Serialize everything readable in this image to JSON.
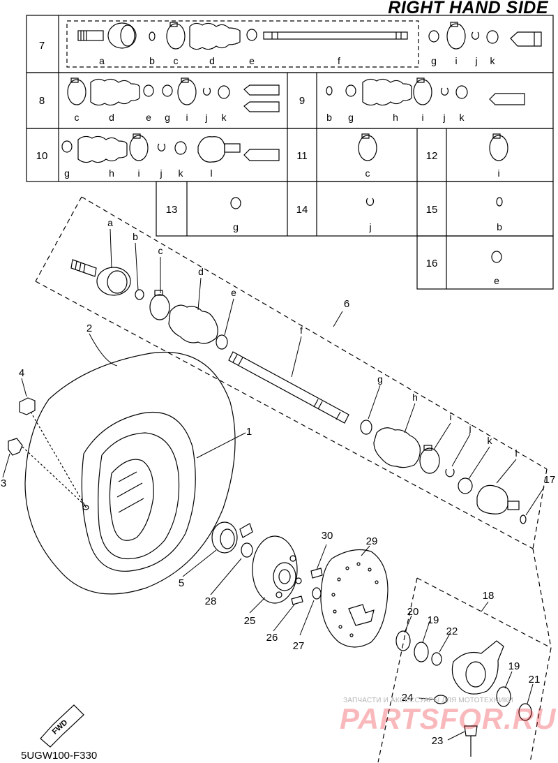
{
  "header": {
    "title": "RIGHT HAND SIDE"
  },
  "footer": {
    "figure_code": "5UGW100-F330"
  },
  "watermark": {
    "line1": "ЗАПЧАСТИ И АКСЕССУАРЫ ДЛЯ МОТОТЕХНИКИ",
    "line2": "PARTSFOR.RU"
  },
  "kit_table": {
    "row7": {
      "num": "7",
      "letters": [
        "a",
        "b",
        "c",
        "d",
        "e",
        "f",
        "g",
        "i",
        "j",
        "k"
      ]
    },
    "row8": {
      "num": "8",
      "letters": [
        "c",
        "d",
        "e",
        "g",
        "i",
        "j",
        "k"
      ]
    },
    "row9": {
      "num": "9",
      "letters": [
        "b",
        "g",
        "h",
        "i",
        "j",
        "k"
      ]
    },
    "row10": {
      "num": "10",
      "letters": [
        "g",
        "h",
        "i",
        "j",
        "k",
        "l"
      ]
    },
    "row11": {
      "num": "11",
      "letters": [
        "c"
      ]
    },
    "row12": {
      "num": "12",
      "letters": [
        "i"
      ]
    },
    "row13": {
      "num": "13",
      "letters": [
        "g"
      ]
    },
    "row14": {
      "num": "14",
      "letters": [
        "j"
      ]
    },
    "row15": {
      "num": "15",
      "letters": [
        "b"
      ]
    },
    "row16": {
      "num": "16",
      "letters": [
        "e"
      ]
    }
  },
  "shaft_letters": [
    "a",
    "b",
    "c",
    "d",
    "e",
    "f",
    "g",
    "h",
    "i",
    "j",
    "k",
    "l"
  ],
  "callouts": [
    "1",
    "2",
    "3",
    "4",
    "5",
    "6",
    "17",
    "18",
    "19",
    "19",
    "20",
    "21",
    "22",
    "23",
    "24",
    "25",
    "26",
    "27",
    "28",
    "29",
    "30"
  ],
  "fwd_label": "FWD"
}
